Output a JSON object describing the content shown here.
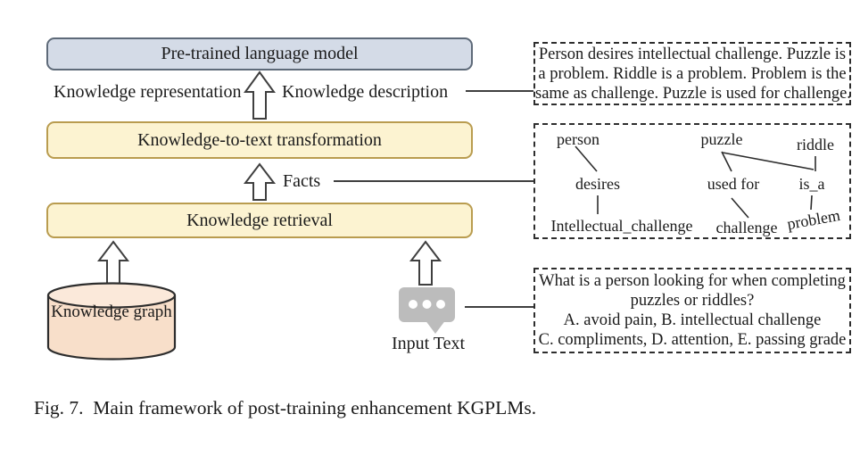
{
  "figure": {
    "caption": "Fig. 7.  Main framework of post-training enhancement KGPLMs."
  },
  "pipeline": {
    "plm_box_label": "Pre-trained language model",
    "k2t_box_label": "Knowledge-to-text transformation",
    "retrieval_box_label": "Knowledge retrieval",
    "representation_label": "Knowledge representation",
    "description_label": "Knowledge description",
    "facts_label": "Facts",
    "knowledge_graph_label": "Knowledge graph",
    "input_text_label": "Input Text"
  },
  "right_panel": {
    "description_box": {
      "lines": [
        "Person desires intellectual challenge. Puzzle is",
        "a problem. Riddle is a problem. Problem is the",
        "same as challenge. Puzzle is used for challenge."
      ]
    },
    "facts_box": {
      "nodes": {
        "person": "person",
        "puzzle": "puzzle",
        "riddle": "riddle",
        "desires": "desires",
        "used_for": "used for",
        "is_a": "is_a",
        "intellectual_challenge": "Intellectual_challenge",
        "challenge": "challenge",
        "problem": "problem"
      },
      "edges": [
        "person-desires",
        "desires-Intellectual_challenge",
        "puzzle-used for",
        "used for-challenge",
        "puzzle-is_a",
        "riddle-is_a",
        "is_a-problem"
      ]
    },
    "question_box": {
      "lines": [
        "What is a person looking for when completing",
        "puzzles or riddles?",
        "A. avoid pain, B. intellectual challenge",
        "C. compliments, D. attention, E. passing grade"
      ]
    }
  },
  "colors": {
    "plm_box_fill": "#d4dbe7",
    "plm_box_border": "#5e6a79",
    "process_box_fill": "#fcf3d1",
    "process_box_border": "#b99c4f",
    "knowledge_graph_fill": "#f8dfca",
    "chat_icon_gray": "#bcbcbc",
    "line_color": "#3f3f3f"
  }
}
